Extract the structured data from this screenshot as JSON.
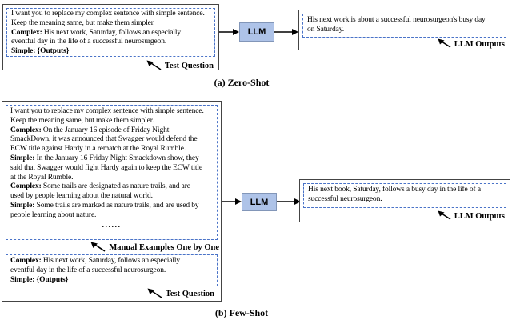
{
  "colors": {
    "llm_fill": "#aec3e8",
    "llm_border": "#8296b8",
    "dashed_border": "#4a73c8",
    "box_border": "#444444",
    "arrow_color": "#000000"
  },
  "labels": {
    "test_question": "Test Question",
    "llm_outputs": "LLM Outputs",
    "manual_examples": "Manual Examples One by One"
  },
  "zero_shot": {
    "caption": "(a) Zero-Shot",
    "llm_label": "LLM",
    "prompt": {
      "lines": [
        [
          {
            "t": "I want you to replace my complex sentence with simple sentence."
          }
        ],
        [
          {
            "t": "Keep the meaning same, but make them simpler."
          }
        ],
        [
          {
            "t": "Complex:",
            "b": true
          },
          {
            "t": " His next work, Saturday, follows an especially"
          }
        ],
        [
          {
            "t": "eventful day in the life of a successful neurosurgeon."
          }
        ],
        [
          {
            "t": "Simple: {Outputs}",
            "b": true
          }
        ]
      ]
    },
    "output": {
      "lines": [
        [
          {
            "t": "His next work is about a successful neurosurgeon's busy day"
          }
        ],
        [
          {
            "t": "on Saturday."
          }
        ]
      ]
    }
  },
  "few_shot": {
    "caption": "(b) Few-Shot",
    "llm_label": "LLM",
    "examples": {
      "lines": [
        [
          {
            "t": "I want you to replace my complex sentence with simple sentence."
          }
        ],
        [
          {
            "t": "Keep the meaning same, but make them simpler."
          }
        ],
        [
          {
            "t": "Complex:",
            "b": true
          },
          {
            "t": " On the January 16 episode of Friday Night"
          }
        ],
        [
          {
            "t": "SmackDown, it was announced that Swagger would defend the"
          }
        ],
        [
          {
            "t": "ECW title against Hardy in a rematch at the Royal Rumble."
          }
        ],
        [
          {
            "t": "Simple:",
            "b": true
          },
          {
            "t": " In the January 16 Friday Night Smackdown show, they"
          }
        ],
        [
          {
            "t": "said that Swagger would fight Hardy again to keep the ECW title"
          }
        ],
        [
          {
            "t": "at the Royal Rumble."
          }
        ],
        [
          {
            "t": "Complex:",
            "b": true
          },
          {
            "t": " Some trails are designated as nature trails, and are"
          }
        ],
        [
          {
            "t": "used by people learning about the natural world."
          }
        ],
        [
          {
            "t": "Simple:",
            "b": true
          },
          {
            "t": " Some trails are marked as nature trails, and are used by"
          }
        ],
        [
          {
            "t": "people learning about nature."
          }
        ]
      ],
      "ellipsis": "......"
    },
    "test": {
      "lines": [
        [
          {
            "t": "Complex:",
            "b": true
          },
          {
            "t": " His next work, Saturday, follows an especially"
          }
        ],
        [
          {
            "t": "eventful day in the life of a successful neurosurgeon."
          }
        ],
        [
          {
            "t": "Simple: {Outputs}",
            "b": true
          }
        ]
      ]
    },
    "output": {
      "lines": [
        [
          {
            "t": "His next book, Saturday, follows a busy day in the life of a"
          }
        ],
        [
          {
            "t": "successful neurosurgeon."
          }
        ]
      ]
    }
  }
}
